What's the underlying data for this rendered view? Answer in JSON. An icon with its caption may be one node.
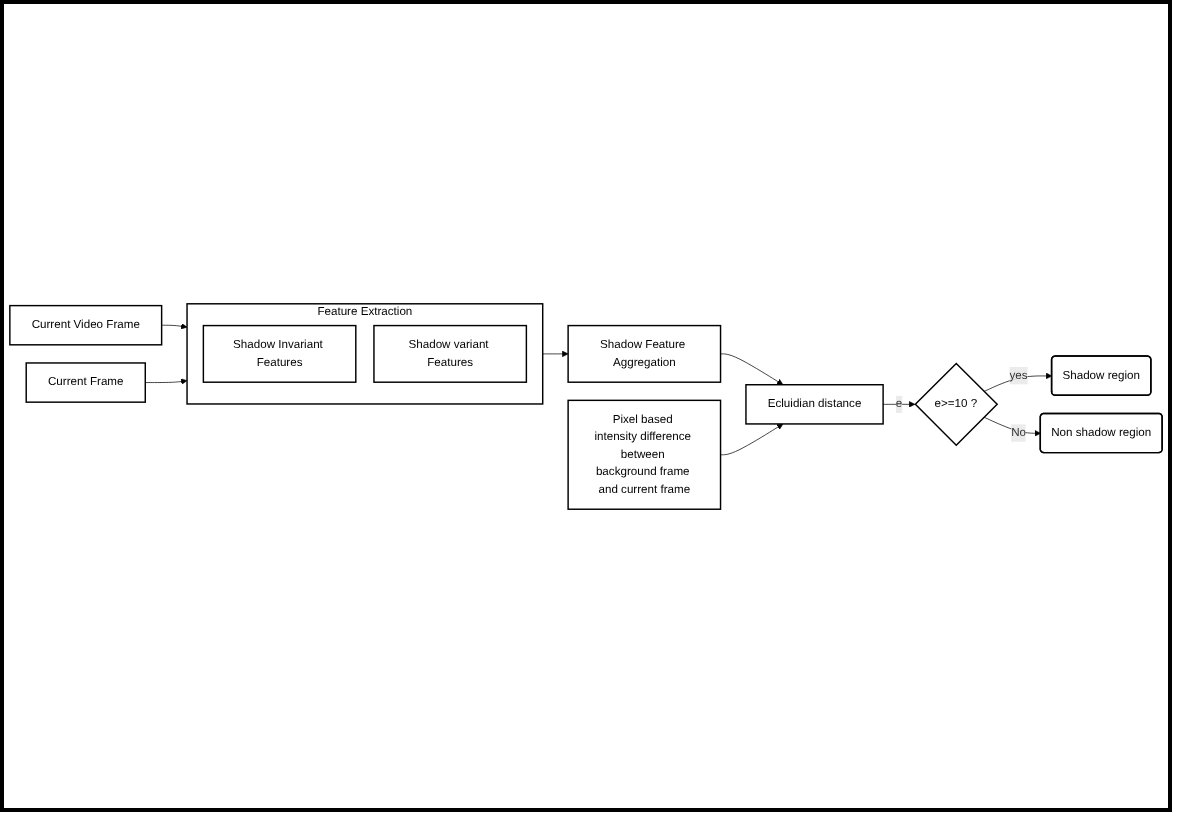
{
  "diagram": {
    "nodes": [
      {
        "text": [
          "Current Video Frame"
        ]
      },
      {
        "text": [
          "Feature Extraction"
        ]
      },
      {
        "text": [
          "Shadow Invariant Features"
        ],
        "in": 1
      },
      {
        "text": [
          "Shadow variant Features"
        ],
        "in": 1
      },
      {
        "text": [
          "Current Frame"
        ]
      },
      {
        "text": [
          "Pixel based intensity difference between background frame and current frame"
        ]
      },
      {
        "text": [
          "Shadow Feature Aggregation"
        ]
      },
      {
        "text": [
          "Ecluidian distance"
        ]
      },
      {
        "text": [
          "e>=10 ?"
        ]
      },
      {
        "text": [
          "Shadow region"
        ]
      },
      {
        "text": [
          "Non shadow region"
        ]
      }
    ],
    "edges": [
      {
        "from": 0,
        "to": 1,
        "arrow": "to"
      },
      {
        "from": 4,
        "to": 1,
        "arrow": "to"
      },
      {
        "from": 1,
        "to": 6,
        "arrow": "to"
      },
      {
        "from": 6,
        "to": 7,
        "arrow": "to"
      },
      {
        "from": 5,
        "to": 7,
        "arrow": "to"
      },
      {
        "from": 7,
        "to": 8,
        "label": "e",
        "arrow": "to"
      },
      {
        "from": 8,
        "to": 9,
        "label": "yes",
        "arrow": "to"
      },
      {
        "from": 8,
        "to": 10,
        "label": "No",
        "arrow": "to"
      }
    ]
  }
}
